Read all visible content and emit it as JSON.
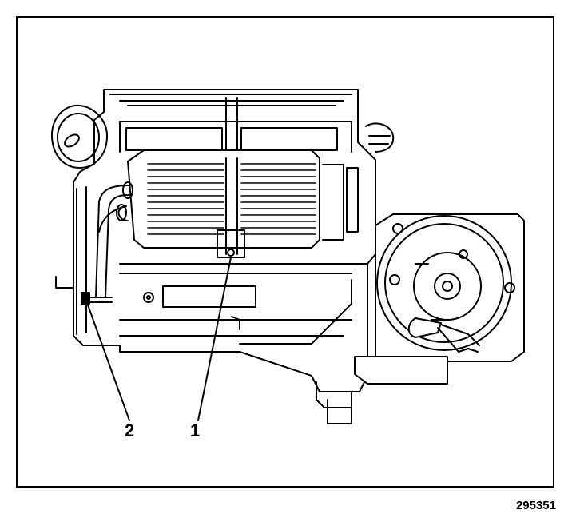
{
  "callouts": [
    {
      "id": "1",
      "label": "1"
    },
    {
      "id": "2",
      "label": "2"
    }
  ],
  "figure_code": "295351"
}
